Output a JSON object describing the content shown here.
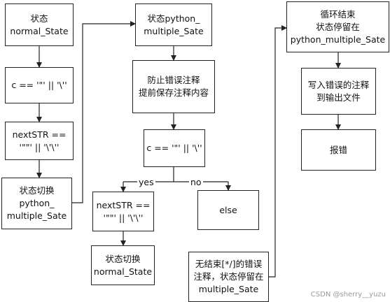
{
  "nodes": {
    "n1": [
      "状态",
      "normal_State"
    ],
    "n2": [
      "c == '\"' || '\\''"
    ],
    "n3": [
      "nextSTR ==",
      "'\"\"' || '\\'\\''"
    ],
    "n4": [
      "状态切换",
      "python_",
      "multiple_Sate"
    ],
    "n5": [
      "状态python_",
      "multiple_Sate"
    ],
    "n6": [
      "防止错误注释",
      "提前保存注释内容"
    ],
    "n7": [
      "c == '\"' || '\\''"
    ],
    "n8": [
      "nextSTR ==",
      "'\"\"' || '\\'\\''"
    ],
    "n9": [
      "else"
    ],
    "n10": [
      "状态切换",
      "normal_State"
    ],
    "n11": [
      "无结束[*/]的错误",
      "注释，状态停留在",
      "multiple_Sate"
    ],
    "n12": [
      "循环结束",
      "状态停留在",
      "python_multiple_Sate"
    ],
    "n13": [
      "写入错误的注释",
      "到输出文件"
    ],
    "n14": [
      "报错"
    ]
  },
  "edge_labels": {
    "yes": "yes",
    "no": "no"
  },
  "watermark": "CSDN @sherry__yuzu"
}
